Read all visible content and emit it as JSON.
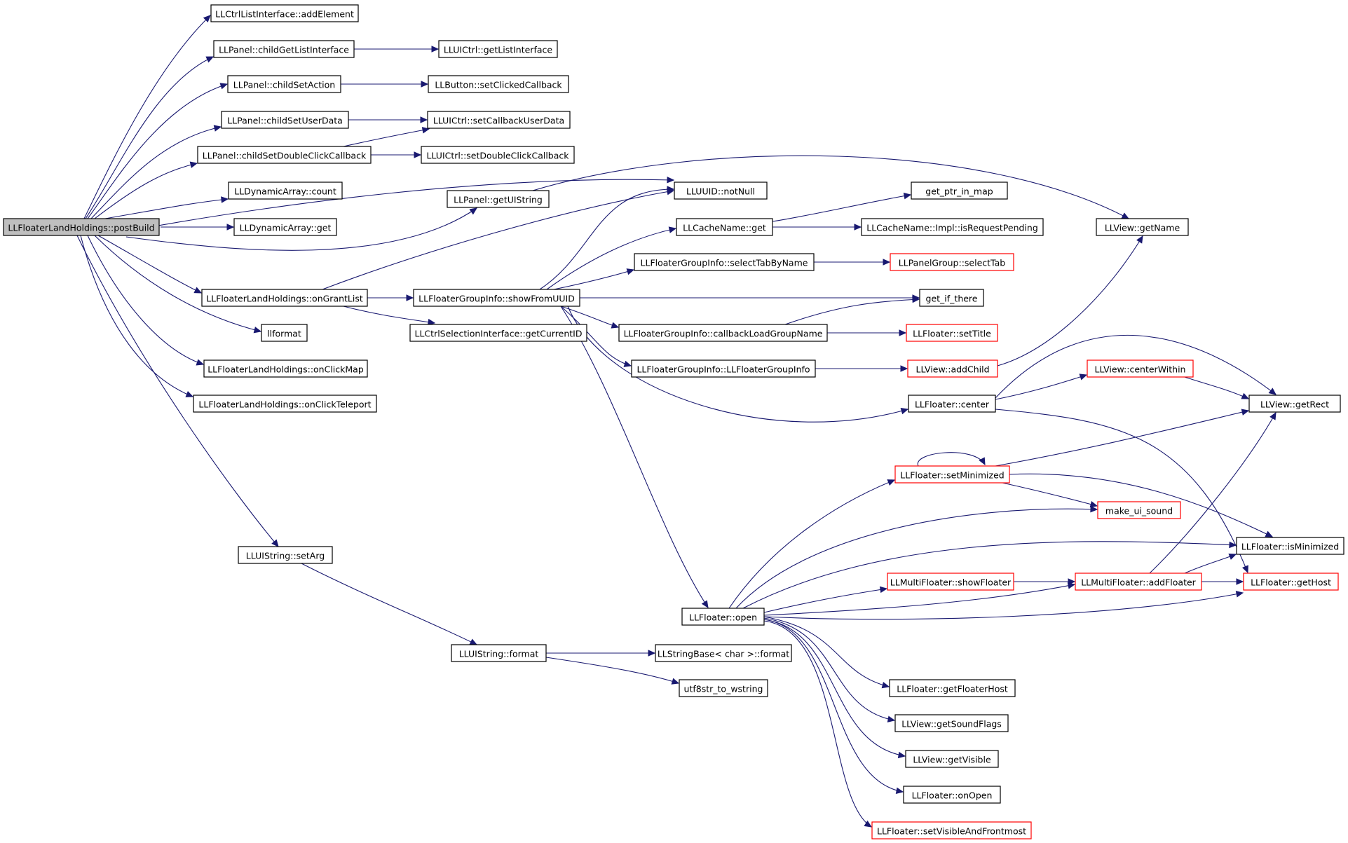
{
  "graph": {
    "colors": {
      "edge": "#191970",
      "truncated_border": "#ff0000",
      "root_fill": "#bfbfbf"
    },
    "nodes": [
      {
        "id": "root",
        "label": "LLFloaterLandHoldings::postBuild"
      },
      {
        "id": "n1",
        "label": "LLCtrlListInterface::addElement"
      },
      {
        "id": "n2",
        "label": "LLPanel::childGetListInterface"
      },
      {
        "id": "n3",
        "label": "LLUICtrl::getListInterface"
      },
      {
        "id": "n4",
        "label": "LLPanel::childSetAction"
      },
      {
        "id": "n5",
        "label": "LLButton::setClickedCallback"
      },
      {
        "id": "n6",
        "label": "LLPanel::childSetUserData"
      },
      {
        "id": "n7",
        "label": "LLUICtrl::setCallbackUserData"
      },
      {
        "id": "n8",
        "label": "LLPanel::childSetDoubleClickCallback"
      },
      {
        "id": "n9",
        "label": "LLUICtrl::setDoubleClickCallback"
      },
      {
        "id": "n10",
        "label": "LLDynamicArray::count"
      },
      {
        "id": "n11",
        "label": "LLPanel::getUIString"
      },
      {
        "id": "n12",
        "label": "LLUUID::notNull"
      },
      {
        "id": "n13",
        "label": "get_ptr_in_map"
      },
      {
        "id": "n14",
        "label": "LLDynamicArray::get"
      },
      {
        "id": "n15",
        "label": "LLCacheName::get"
      },
      {
        "id": "n16",
        "label": "LLCacheName::Impl::isRequestPending"
      },
      {
        "id": "n17",
        "label": "LLView::getName"
      },
      {
        "id": "n18",
        "label": "LLFloaterGroupInfo::selectTabByName"
      },
      {
        "id": "n19",
        "label": "LLPanelGroup::selectTab"
      },
      {
        "id": "n20",
        "label": "LLFloaterLandHoldings::onGrantList"
      },
      {
        "id": "n21",
        "label": "LLFloaterGroupInfo::showFromUUID"
      },
      {
        "id": "n22",
        "label": "get_if_there"
      },
      {
        "id": "n23",
        "label": "llformat"
      },
      {
        "id": "n24",
        "label": "LLCtrlSelectionInterface::getCurrentID"
      },
      {
        "id": "n25",
        "label": "LLFloaterGroupInfo::callbackLoadGroupName"
      },
      {
        "id": "n26",
        "label": "LLFloater::setTitle"
      },
      {
        "id": "n27",
        "label": "LLFloaterLandHoldings::onClickMap"
      },
      {
        "id": "n28",
        "label": "LLFloaterGroupInfo::LLFloaterGroupInfo"
      },
      {
        "id": "n29",
        "label": "LLView::addChild"
      },
      {
        "id": "n30",
        "label": "LLView::centerWithin"
      },
      {
        "id": "n31",
        "label": "LLFloaterLandHoldings::onClickTeleport"
      },
      {
        "id": "n32",
        "label": "LLFloater::center"
      },
      {
        "id": "n33",
        "label": "LLView::getRect"
      },
      {
        "id": "n34",
        "label": "LLFloater::setMinimized"
      },
      {
        "id": "n35",
        "label": "make_ui_sound"
      },
      {
        "id": "n36",
        "label": "LLUIString::setArg"
      },
      {
        "id": "n37",
        "label": "LLFloater::isMinimized"
      },
      {
        "id": "n38",
        "label": "LLMultiFloater::showFloater"
      },
      {
        "id": "n39",
        "label": "LLMultiFloater::addFloater"
      },
      {
        "id": "n40",
        "label": "LLFloater::getHost"
      },
      {
        "id": "n41",
        "label": "LLFloater::open"
      },
      {
        "id": "n42",
        "label": "LLUIString::format"
      },
      {
        "id": "n43",
        "label": "LLStringBase< char >::format"
      },
      {
        "id": "n44",
        "label": "utf8str_to_wstring"
      },
      {
        "id": "n45",
        "label": "LLFloater::getFloaterHost"
      },
      {
        "id": "n46",
        "label": "LLView::getSoundFlags"
      },
      {
        "id": "n47",
        "label": "LLView::getVisible"
      },
      {
        "id": "n48",
        "label": "LLFloater::onOpen"
      },
      {
        "id": "n49",
        "label": "LLFloater::setVisibleAndFrontmost"
      }
    ]
  }
}
